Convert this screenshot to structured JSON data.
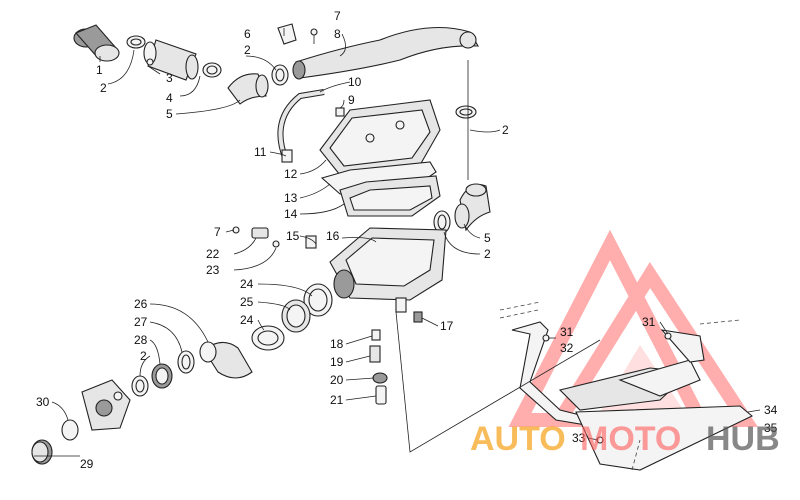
{
  "callouts": {
    "c1": "1",
    "c2a": "2",
    "c3": "3",
    "c4": "4",
    "c5a": "5",
    "c2b": "2",
    "c6": "6",
    "c7a": "7",
    "c8": "8",
    "c10": "10",
    "c9": "9",
    "c2c": "2",
    "c11": "11",
    "c12": "12",
    "c13": "13",
    "c14": "14",
    "c5b": "5",
    "c2d": "2",
    "c16": "16",
    "c15": "15",
    "c7b": "7",
    "c22": "22",
    "c23": "23",
    "c24a": "24",
    "c25": "25",
    "c24b": "24",
    "c26": "26",
    "c27": "27",
    "c28": "28",
    "c2e": "2",
    "c30": "30",
    "c29": "29",
    "c18": "18",
    "c19": "19",
    "c20": "20",
    "c21": "21",
    "c17": "17",
    "c31a": "31",
    "c32": "32",
    "c31b": "31",
    "c33": "33",
    "c34": "34",
    "c35": "35"
  },
  "watermark": {
    "part1": "AUTO",
    "part2": "MOTO",
    "part3": "HUB",
    "color_auto": "#f5a623",
    "color_moto": "#ff5a5a",
    "color_hub": "#555555"
  }
}
